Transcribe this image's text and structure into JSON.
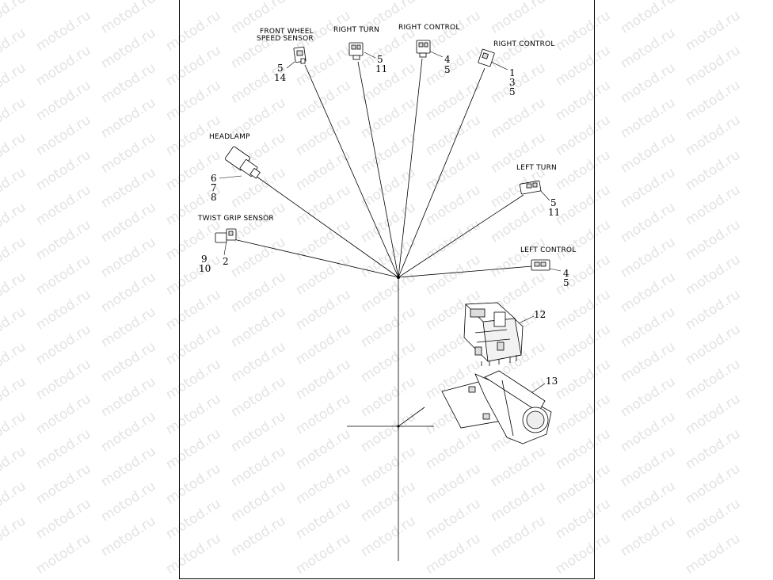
{
  "watermark": "motod.ru",
  "labels": {
    "front_wheel_speed_sensor_1": "FRONT WHEEL",
    "front_wheel_speed_sensor_2": "SPEED SENSOR",
    "right_turn": "RIGHT TURN",
    "right_control_a": "RIGHT CONTROL",
    "right_control_b": "RIGHT CONTROL",
    "headlamp": "HEADLAMP",
    "twist_grip_sensor": "TWIST GRIP SENSOR",
    "left_turn": "LEFT TURN",
    "left_control": "LEFT CONTROL"
  },
  "callouts": {
    "fwss": [
      "5",
      "14"
    ],
    "right_turn": [
      "5",
      "11"
    ],
    "right_control_a": [
      "4",
      "5"
    ],
    "right_control_b": [
      "1",
      "3",
      "5"
    ],
    "headlamp": [
      "6",
      "7",
      "8"
    ],
    "twist_grip": [
      "9",
      "10",
      "2"
    ],
    "left_turn": [
      "5",
      "11"
    ],
    "left_control": [
      "4",
      "5"
    ],
    "part_12": "12",
    "part_13": "13"
  }
}
